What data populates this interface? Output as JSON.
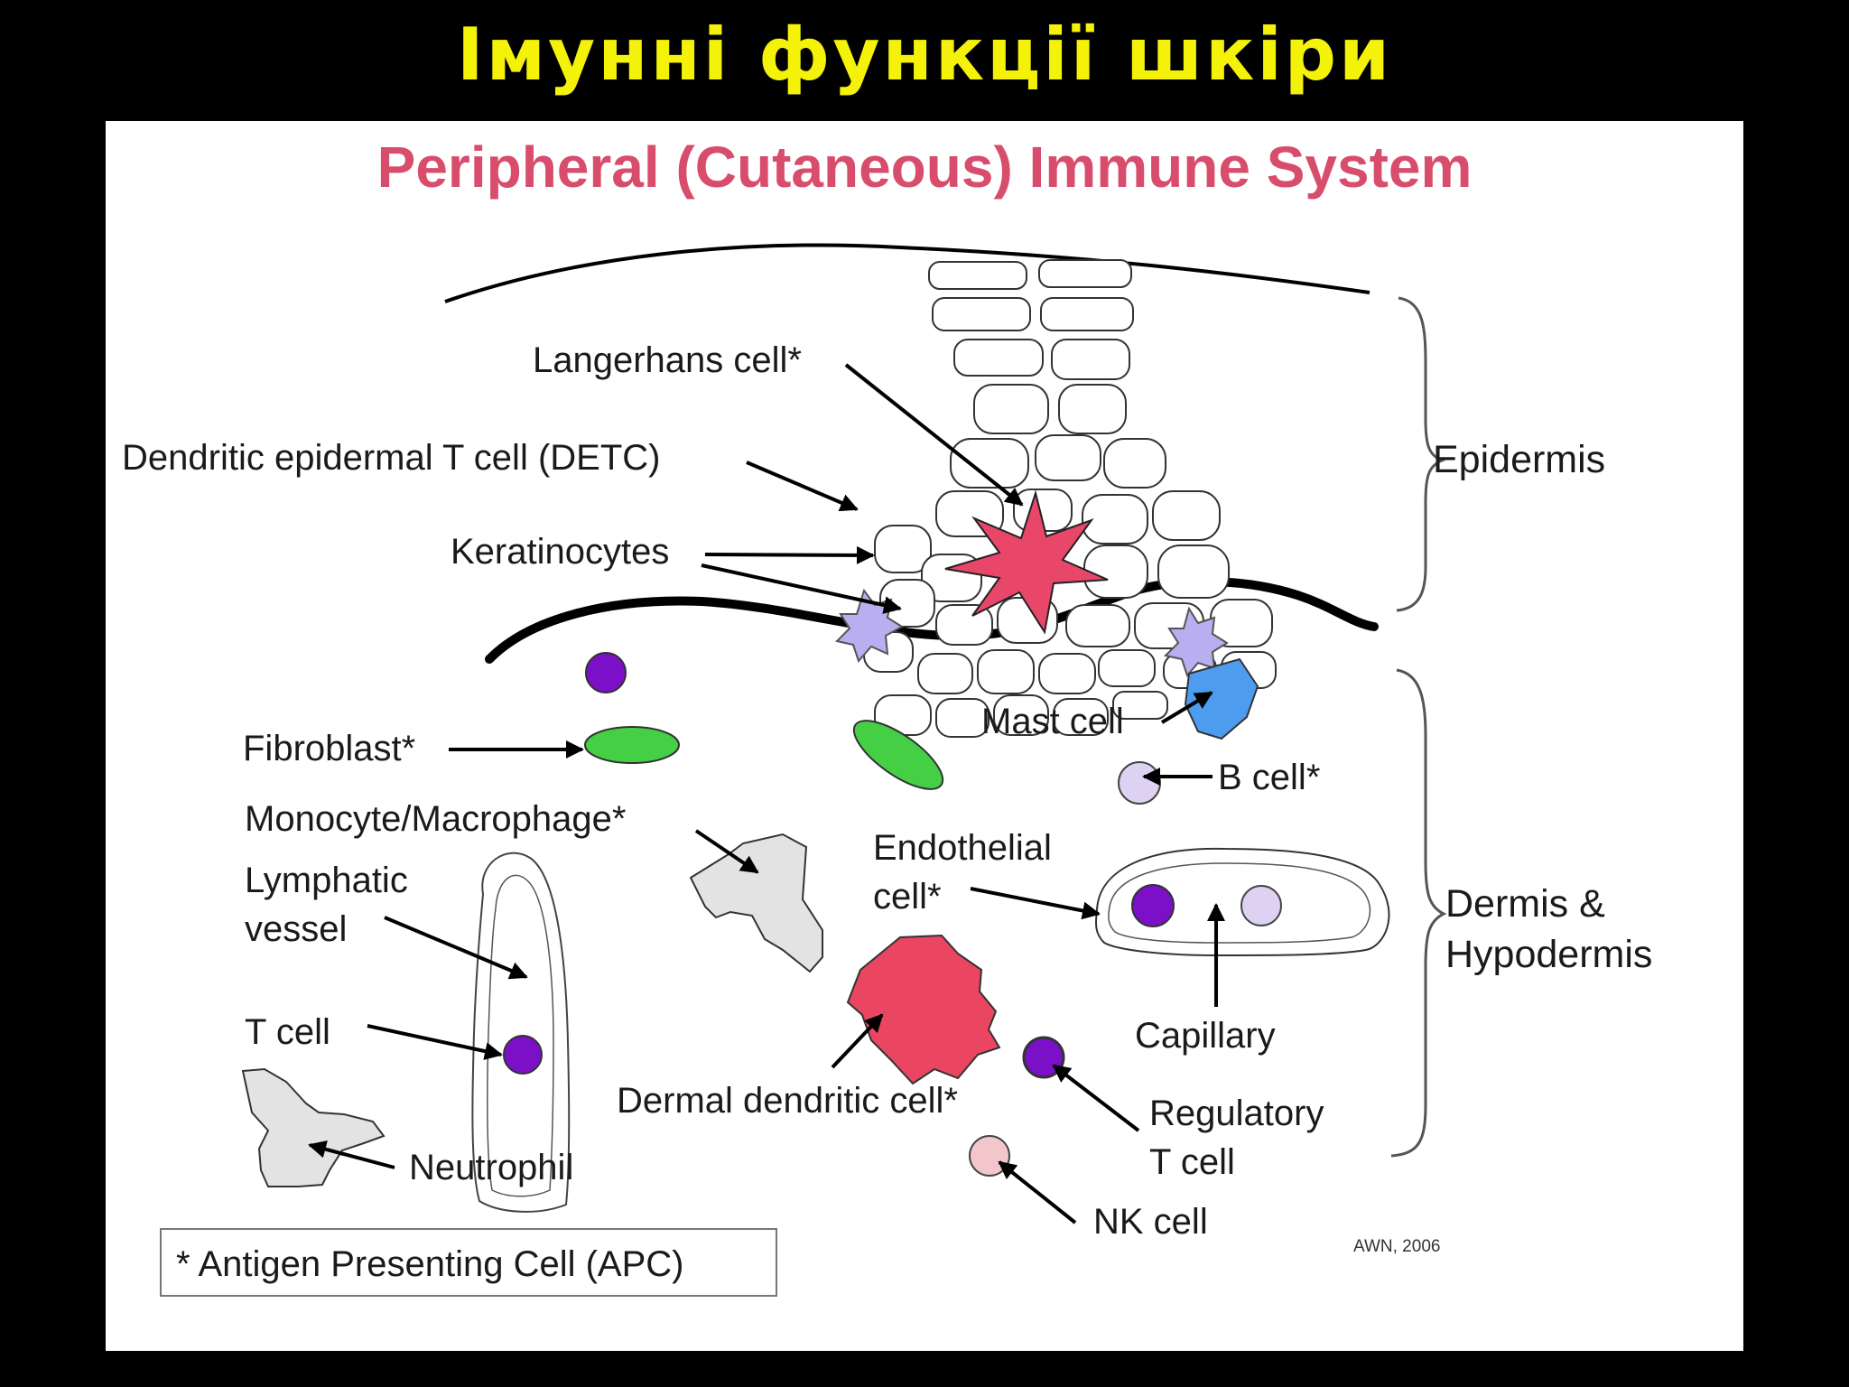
{
  "slide": {
    "title": "Імунні функції шкіри"
  },
  "diagram": {
    "title": "Peripheral (Cutaneous) Immune System",
    "labels": {
      "langerhans": "Langerhans cell*",
      "detc": "Dendritic epidermal T cell (DETC)",
      "keratinocytes": "Keratinocytes",
      "fibroblast": "Fibroblast*",
      "monocyte": "Monocyte/Macrophage*",
      "lymphatic_1": "Lymphatic",
      "lymphatic_2": "vessel",
      "tcell": "T cell",
      "neutrophil": "Neutrophil",
      "mast": "Mast cell",
      "bcell": "B cell*",
      "endothelial_1": "Endothelial",
      "endothelial_2": "cell*",
      "capillary": "Capillary",
      "dermal_dc": "Dermal dendritic cell*",
      "treg_1": "Regulatory",
      "treg_2": "T cell",
      "nk": "NK cell"
    },
    "regions": {
      "epidermis": "Epidermis",
      "dermis_1": "Dermis &",
      "dermis_2": "Hypodermis"
    },
    "footnote": "* Antigen Presenting Cell (APC)",
    "credit": "AWN, 2006",
    "colors": {
      "langerhans": "#e8476a",
      "detc": "#b9aef0",
      "purple": "#7b10c8",
      "fibroblast": "#44cf44",
      "mast": "#4d9cf0",
      "bcell": "#ddd2f2",
      "dermal_dc": "#ea4561",
      "nk": "#f3c6cc",
      "gray_cell": "#e3e3e3"
    }
  }
}
